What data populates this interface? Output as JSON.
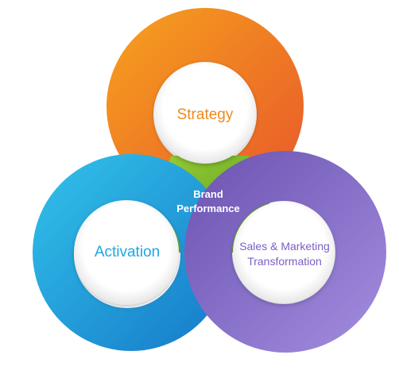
{
  "diagram": {
    "center": {
      "line1": "Brand",
      "line2": "Performance"
    },
    "rings": {
      "strategy": {
        "label": "Strategy"
      },
      "activation": {
        "label": "Activation"
      },
      "sales": {
        "line1": "Sales & Marketing",
        "line2": "Transformation"
      }
    }
  },
  "colors": {
    "strategy_light": "#f6a21e",
    "strategy_dark": "#e8562a",
    "activation_light": "#32c3ea",
    "activation_dark": "#1578c8",
    "sales_light": "#9b83d8",
    "sales_dark": "#6a52b0",
    "center_light": "#86c42a",
    "center_dark": "#4f9a1e",
    "strategy_text": "#f08a1c",
    "activation_text": "#1ea8df",
    "sales_text": "#7b5fc4",
    "center_text": "#ffffff"
  }
}
